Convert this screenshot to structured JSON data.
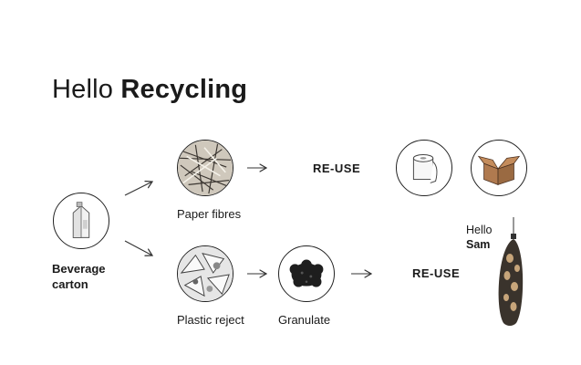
{
  "title": {
    "light": "Hello",
    "bold": "Recycling"
  },
  "nodes": {
    "beverage_carton": {
      "line1": "Beverage",
      "line2": "carton"
    },
    "paper_fibres": "Paper fibres",
    "plastic_reject": "Plastic reject",
    "granulate": "Granulate"
  },
  "reuse_top": "RE-USE",
  "reuse_bottom": "RE-USE",
  "product": {
    "line1": "Hello",
    "line2": "Sam"
  }
}
